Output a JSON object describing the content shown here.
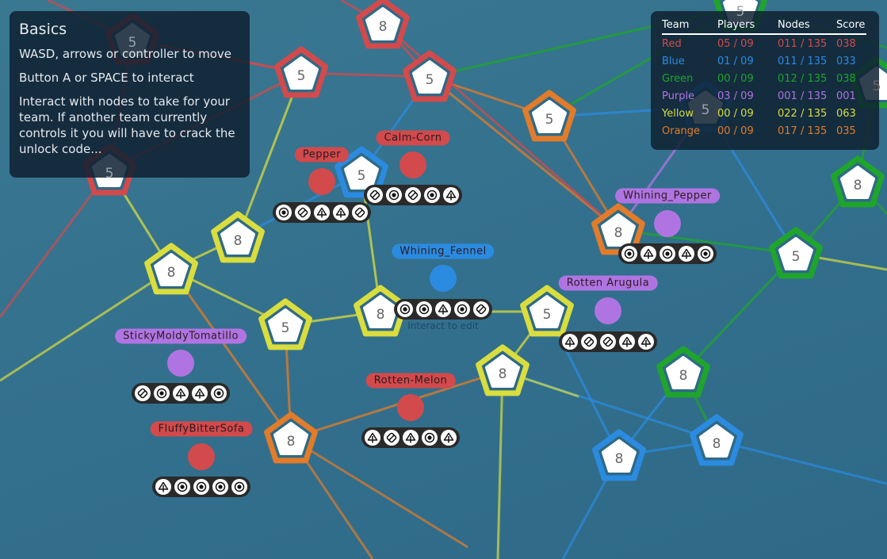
{
  "teams": {
    "red": "#d24a4c",
    "blue": "#2b8be0",
    "green": "#1fa52c",
    "purple": "#b074e2",
    "yellow": "#d9dd3e",
    "orange": "#e27c2a"
  },
  "nodes": [
    {
      "value": "5",
      "team": "red"
    },
    {
      "value": "8",
      "team": "red"
    },
    {
      "value": "5",
      "team": "red"
    },
    {
      "value": "5",
      "team": "red"
    },
    {
      "value": "5",
      "team": "orange"
    },
    {
      "value": "5",
      "team": "red"
    },
    {
      "value": "5",
      "team": "blue"
    },
    {
      "value": "8",
      "team": "yellow"
    },
    {
      "value": "8",
      "team": "yellow"
    },
    {
      "value": "5",
      "team": "yellow"
    },
    {
      "value": "8",
      "team": "yellow"
    },
    {
      "value": "5",
      "team": "yellow"
    },
    {
      "value": "8",
      "team": "yellow"
    },
    {
      "value": "8",
      "team": "orange"
    },
    {
      "value": "8",
      "team": "orange"
    },
    {
      "value": "5",
      "team": "green"
    },
    {
      "value": "8",
      "team": "green"
    },
    {
      "value": "8",
      "team": "green"
    },
    {
      "value": "8",
      "team": "blue"
    },
    {
      "value": "8",
      "team": "blue"
    },
    {
      "value": "5",
      "team": "green"
    },
    {
      "value": "5",
      "team": "blue"
    },
    {
      "value": "5",
      "team": "green"
    }
  ],
  "players": [
    {
      "name": "Pepper",
      "team": "red",
      "code": [
        "dot",
        "slash",
        "tree",
        "tree",
        "slash"
      ]
    },
    {
      "name": "Calm-Corn",
      "team": "red",
      "code": [
        "slash",
        "dot",
        "slash",
        "dot",
        "tree"
      ]
    },
    {
      "name": "Whining_Pepper",
      "team": "purple",
      "code": [
        "dot",
        "tree",
        "dot",
        "tree",
        "dot"
      ]
    },
    {
      "name": "Whining_Fennel",
      "team": "blue",
      "code": [
        "dot",
        "dot",
        "tree",
        "dot",
        "slash"
      ]
    },
    {
      "name": "Rotten Arugula",
      "team": "purple",
      "code": [
        "tree",
        "slash",
        "slash",
        "tree",
        "tree"
      ]
    },
    {
      "name": "StickyMoldyTomatillo",
      "team": "purple",
      "code": [
        "slash",
        "dot",
        "tree",
        "tree",
        "dot"
      ]
    },
    {
      "name": "Rotten-Melon",
      "team": "red",
      "code": [
        "tree",
        "slash",
        "tree",
        "dot",
        "tree"
      ]
    },
    {
      "name": "FluffyBitterSofa",
      "team": "red",
      "code": [
        "tree",
        "dot",
        "dot",
        "dot",
        "dot"
      ]
    }
  ],
  "hint": "Interact to edit",
  "basics": {
    "title": "Basics",
    "lines": [
      "WASD, arrows or controller to move",
      "Button A or SPACE to interact",
      "Interact with nodes to take for your team. If another team currently controls it you will have to crack the unlock code..."
    ]
  },
  "scoreboard": {
    "headers": [
      "Team",
      "Players",
      "Nodes",
      "Score"
    ],
    "rows": [
      {
        "team": "Red",
        "key": "red",
        "players": "05 / 09",
        "nodes": "011 / 135",
        "score": "038"
      },
      {
        "team": "Blue",
        "key": "blue",
        "players": "01 / 09",
        "nodes": "011 / 135",
        "score": "033"
      },
      {
        "team": "Green",
        "key": "green",
        "players": "00 / 09",
        "nodes": "012 / 135",
        "score": "038"
      },
      {
        "team": "Purple",
        "key": "purple",
        "players": "03 / 09",
        "nodes": "001 / 135",
        "score": "001"
      },
      {
        "team": "Yellow",
        "key": "yellow",
        "players": "00 / 09",
        "nodes": "022 / 135",
        "score": "063"
      },
      {
        "team": "Orange",
        "key": "orange",
        "players": "00 / 09",
        "nodes": "017 / 135",
        "score": "035"
      }
    ]
  }
}
